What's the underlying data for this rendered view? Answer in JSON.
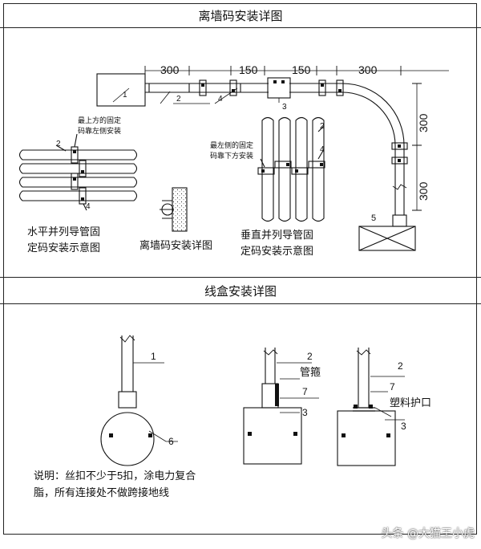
{
  "section1": {
    "title": "离墙码安装详图",
    "dims": {
      "d1": "300",
      "d2": "150",
      "d3": "150",
      "d4": "300",
      "d5": "300",
      "d6": "300"
    },
    "callouts": {
      "n1": "1",
      "n2": "2",
      "n3": "3",
      "n4": "4",
      "n5": "5",
      "h2": "2",
      "h4": "4",
      "v2": "2",
      "v4": "4"
    },
    "notes": {
      "top_fix_line1": "最上方的固定",
      "top_fix_line2": "码靠左侧安装",
      "left_fix_line1": "最左侧的固定",
      "left_fix_line2": "码靠下方安装"
    },
    "captions": {
      "horizontal_line1": "水平并列导管固",
      "horizontal_line2": "定码安装示意图",
      "detail": "离墙码安装详图",
      "vertical_line1": "垂直并列导管固",
      "vertical_line2": "定码安装示意图"
    }
  },
  "section2": {
    "title": "线盒安装详图",
    "callouts": {
      "a1": "1",
      "a6": "6",
      "b2": "2",
      "b7": "7",
      "b3": "3",
      "c2": "2",
      "c7": "7",
      "c3": "3"
    },
    "labels": {
      "clamp": "管箍",
      "bushing": "塑料护口"
    },
    "note_line1": "说明：丝扣不少于5扣，涂电力复合",
    "note_line2": "脂，所有连接处不做跨接地线"
  },
  "watermark": "头条 @大猫王小虎"
}
